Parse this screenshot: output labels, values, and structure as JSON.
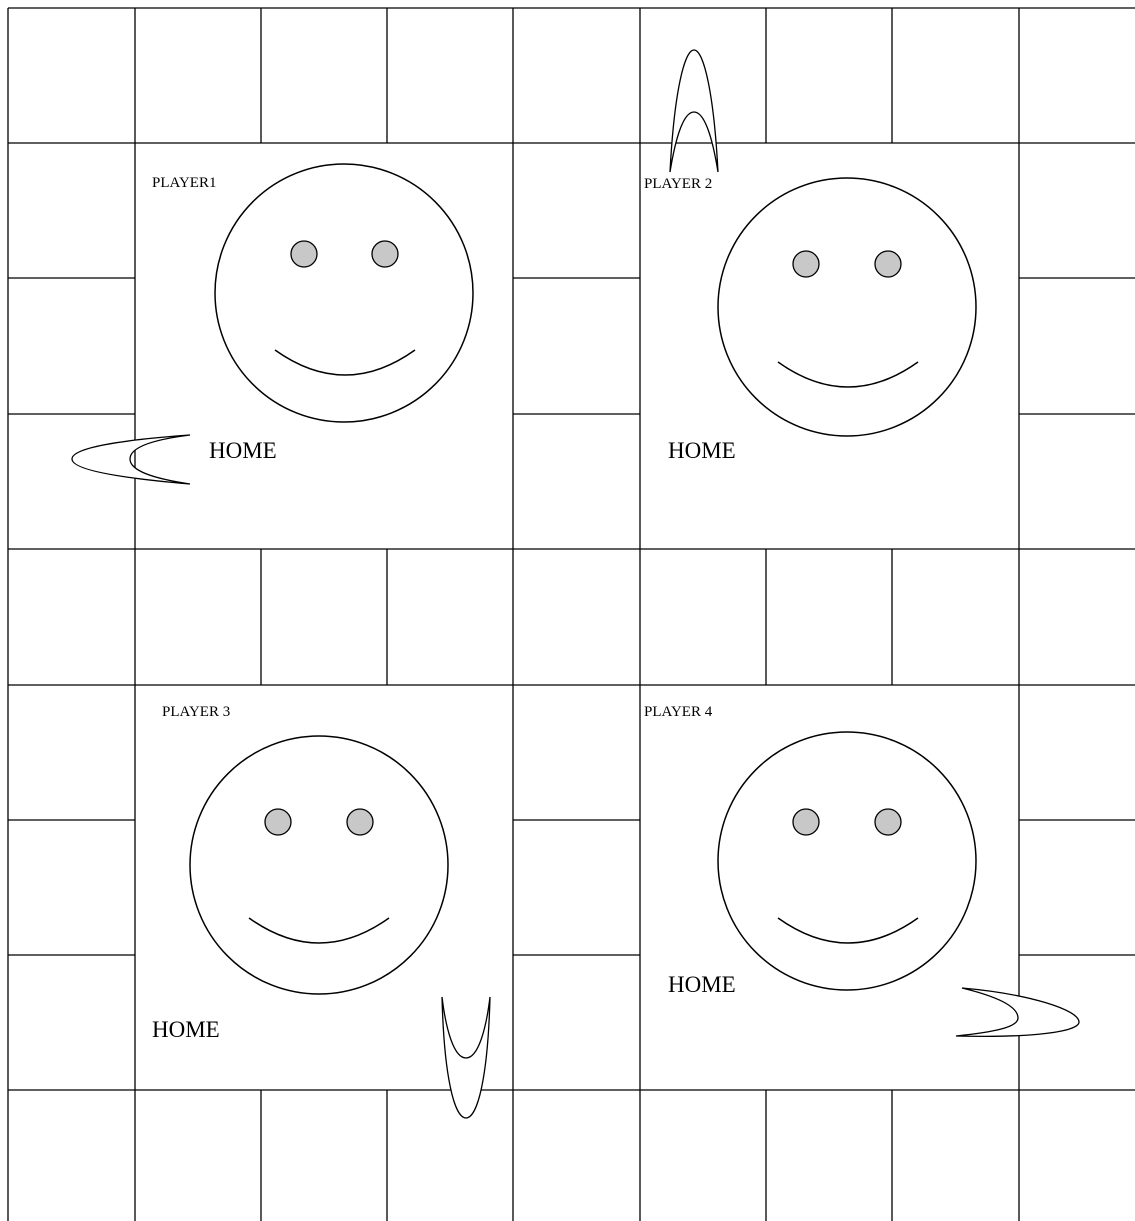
{
  "board": {
    "quadrants": [
      {
        "id": "player1",
        "label": "PLAYER1",
        "home": "HOME"
      },
      {
        "id": "player2",
        "label": "PLAYER 2",
        "home": "HOME"
      },
      {
        "id": "player3",
        "label": "PLAYER 3",
        "home": "HOME"
      },
      {
        "id": "player4",
        "label": "PLAYER 4",
        "home": "HOME"
      }
    ],
    "face_eye_color": "#c8c8c8",
    "line_color": "#000000",
    "background": "#ffffff"
  }
}
